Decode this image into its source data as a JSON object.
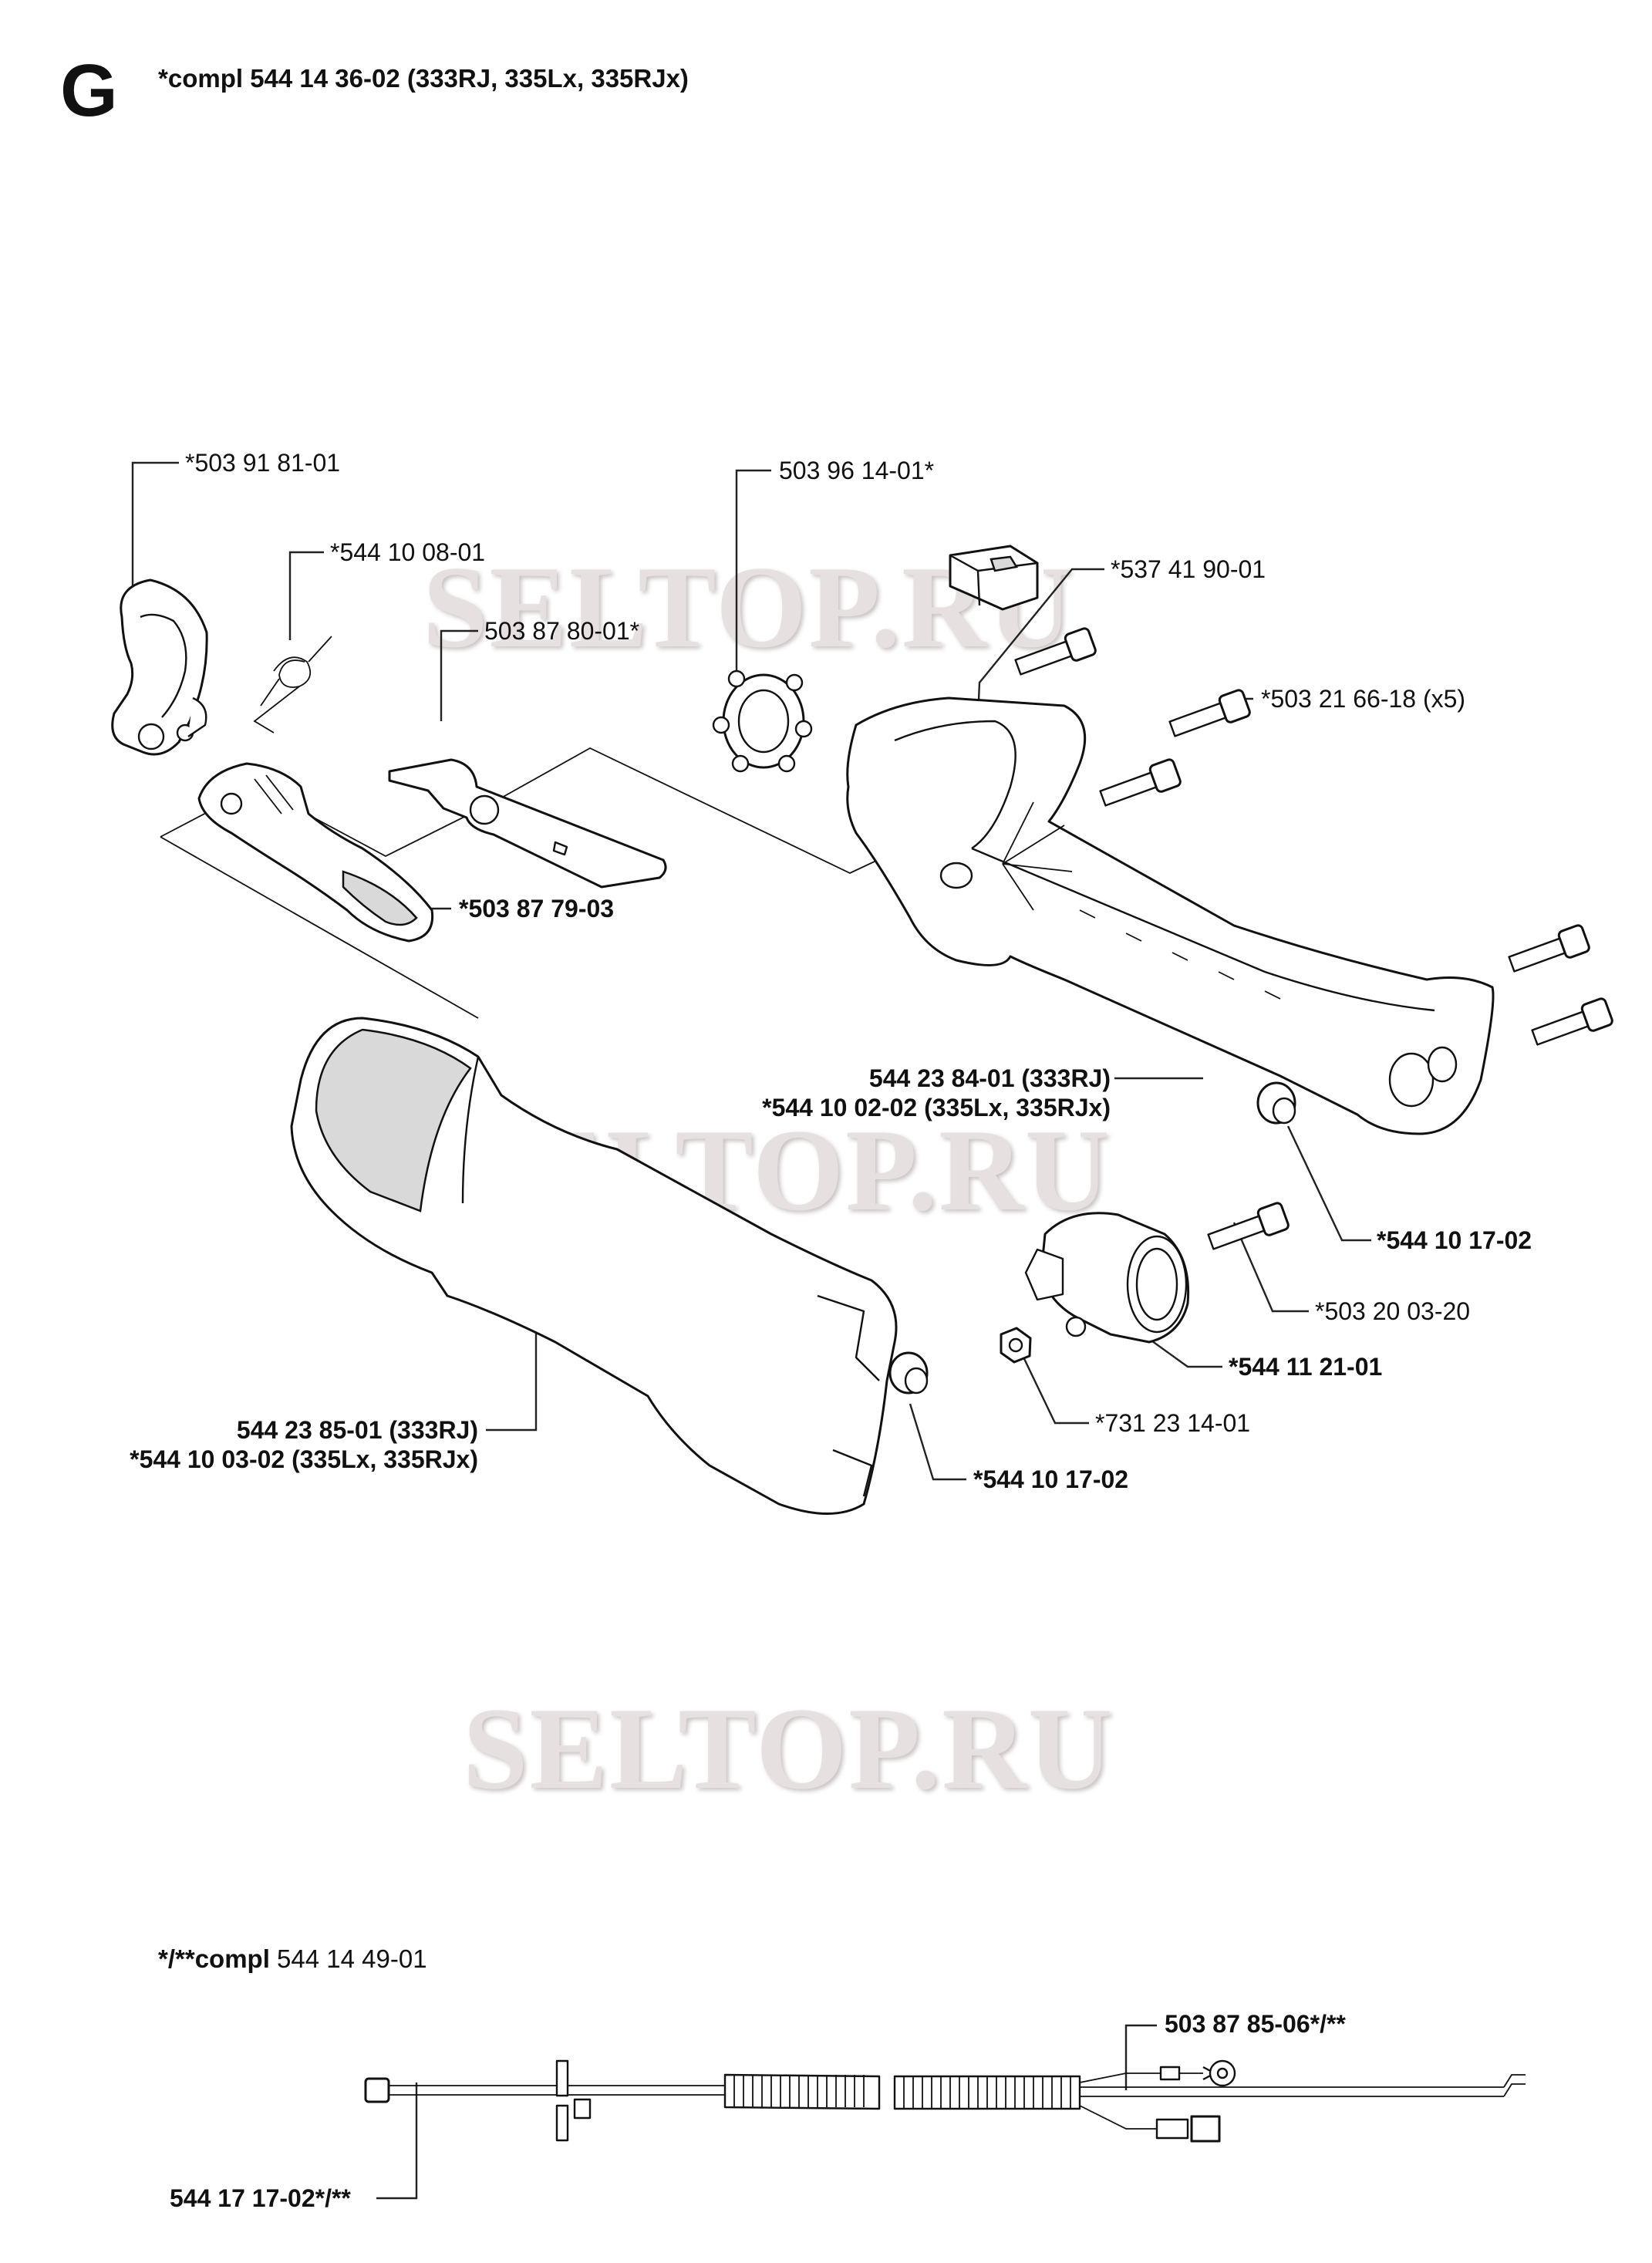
{
  "section_letter": "G",
  "title": "*compl 544 14 36-02 (333RJ, 335Lx, 335RJx)",
  "watermark": "SELTOP.RU",
  "labels": {
    "l1": "*503 91 81-01",
    "l2": "*544 10 08-01",
    "l3": "503 87 80-01*",
    "l4": "503 96 14-01*",
    "l5": "*537 41 90-01",
    "l6": "*503 21 66-18 (x5)",
    "l7": "*503 87 79-03",
    "l8a": "544 23 84-01 (333RJ)",
    "l8b": "*544 10 02-02 (335Lx, 335RJx)",
    "l9": "*544 10 17-02",
    "l10": "*503 20 03-20",
    "l11": "*544 11 21-01",
    "l12": "*731 23 14-01",
    "l13a": "544 23 85-01 (333RJ)",
    "l13b": "*544 10 03-02 (335Lx, 335RJx)",
    "l14": "*544 10 17-02",
    "l15": "503 87 85-06*/**",
    "l16": "544 17 17-02*/**"
  },
  "kit": {
    "prefix": "*/**compl",
    "number": "544 14 49-01"
  }
}
